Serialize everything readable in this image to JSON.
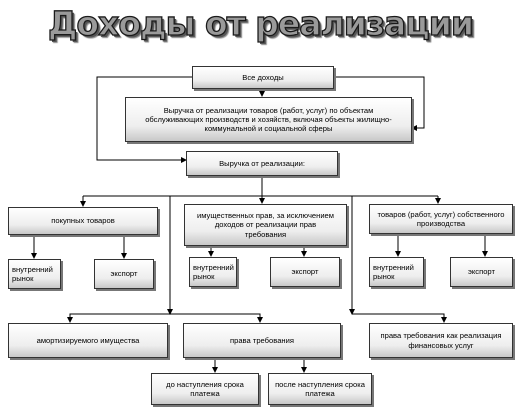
{
  "title": "Доходы от реализации",
  "nodes": {
    "all_income": "Все доходы",
    "service_revenue": "Выручка от реализации товаров (работ, услуг) по объектам\nобслуживающих производств и хозяйств, включая объекты жилищно-\nкоммунальной и социальной сферы",
    "sales_revenue": "Выручка от реализации:",
    "purchased_goods": "покупных товаров",
    "property_rights": "имущественных прав, за исключением\nдоходов от реализации прав\nтребования",
    "own_goods": "товаров (работ, услуг) собственного\nпроизводства",
    "domestic_1": "внутренний\nрынок",
    "export_1": "экспорт",
    "domestic_2": "внутренний\nрынок",
    "export_2": "экспорт",
    "domestic_3": "внутренний\nрынок",
    "export_3": "экспорт",
    "depreciable_property": "амортизируемого имущества",
    "claim_rights": "права требования",
    "claim_financial": "права требования как реализация\nфинансовых услуг",
    "before_due": "до наступления срока\nплатежа",
    "after_due": "после наступления срока\nплатежа"
  }
}
